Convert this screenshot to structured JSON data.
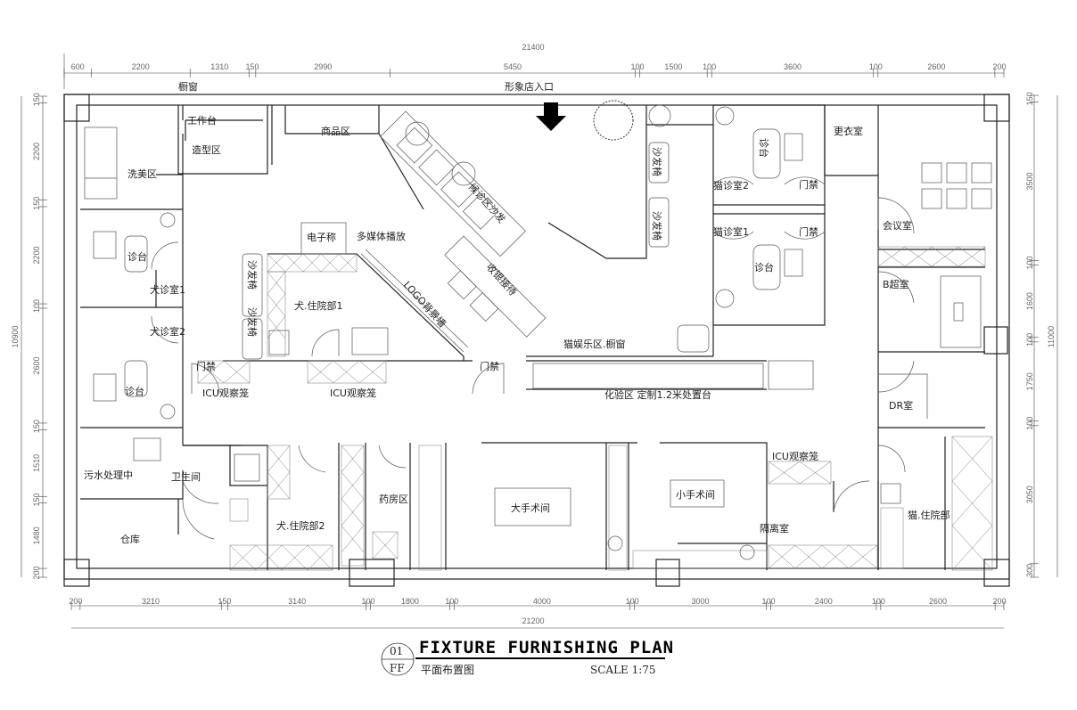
{
  "dimensions": {
    "top_total": "21400",
    "top": [
      "600",
      "2200",
      "1310",
      "150",
      "2990",
      "5450",
      "100",
      "1500",
      "100",
      "3600",
      "100",
      "2600",
      "200"
    ],
    "bottom_total": "21200",
    "bottom": [
      "200",
      "3210",
      "150",
      "3140",
      "100",
      "1800",
      "100",
      "4000",
      "100",
      "3000",
      "100",
      "2400",
      "100",
      "2600",
      "200"
    ],
    "left_total": "10900",
    "left": [
      "150",
      "2200",
      "150",
      "2200",
      "100",
      "2600",
      "150",
      "1510",
      "150",
      "1480",
      "200"
    ],
    "right_total": "11000",
    "right": [
      "150",
      "3500",
      "100",
      "1600",
      "100",
      "1750",
      "100",
      "3050",
      "300"
    ]
  },
  "rooms": {
    "display_window": "橱窗",
    "entrance": "形象店入口",
    "workbench": "工作台",
    "styling": "造型区",
    "merchandise": "商品区",
    "grooming": "洗美区",
    "exam_table_1": "诊台",
    "dog_exam_1": "犬诊室1",
    "dog_exam_2": "犬诊室2",
    "exam_table_2": "诊台",
    "scale": "电子称",
    "media": "多媒体播放",
    "waiting_sofa": "候诊区沙发",
    "reception": "收银接待",
    "logo_wall": "LOGO背景墙",
    "dog_ward_1": "犬.住院部1",
    "sofa_1": "沙发椅",
    "sofa_2": "沙发椅",
    "access_1": "门禁",
    "access_2": "门禁",
    "icu_1": "ICU观察笼",
    "icu_2": "ICU观察笼",
    "cat_play": "猫娱乐区.橱窗",
    "lab": "化验区 定制1.2米处置台",
    "sofa_3": "沙发椅",
    "sofa_4": "沙发椅",
    "cat_exam_2": "猫诊室2",
    "cat_exam_1": "猫诊室1",
    "exam_table_3": "诊台",
    "exam_table_4": "诊台",
    "access_3": "门禁",
    "access_4": "门禁",
    "locker": "更衣室",
    "meeting": "会议室",
    "ultrasound": "B超室",
    "dr": "DR室",
    "sewage": "污水处理中",
    "toilet": "卫生间",
    "storage": "仓库",
    "dog_ward_2": "犬.住院部2",
    "pharmacy": "药房区",
    "major_surgery": "大手术间",
    "minor_surgery": "小手术间",
    "icu_3": "ICU观察笼",
    "isolation": "隔离室",
    "cat_ward": "猫.住院部"
  },
  "title_block": {
    "number": "01",
    "code": "FF",
    "title": "FIXTURE FURNISHING PLAN",
    "subtitle": "平面布置图",
    "scale": "SCALE 1:75"
  }
}
